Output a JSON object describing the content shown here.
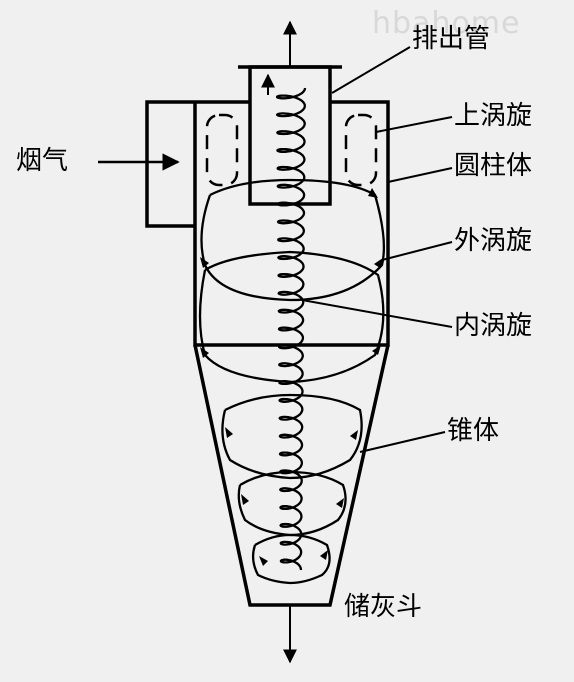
{
  "watermark": "hbahome",
  "labels": {
    "exhaust_pipe": "排出管",
    "upper_vortex": "上涡旋",
    "cylinder": "圆柱体",
    "outer_vortex": "外涡旋",
    "inner_vortex": "内涡旋",
    "cone": "锥体",
    "ash_hopper": "储灰斗",
    "flue_gas": "烟气"
  }
}
